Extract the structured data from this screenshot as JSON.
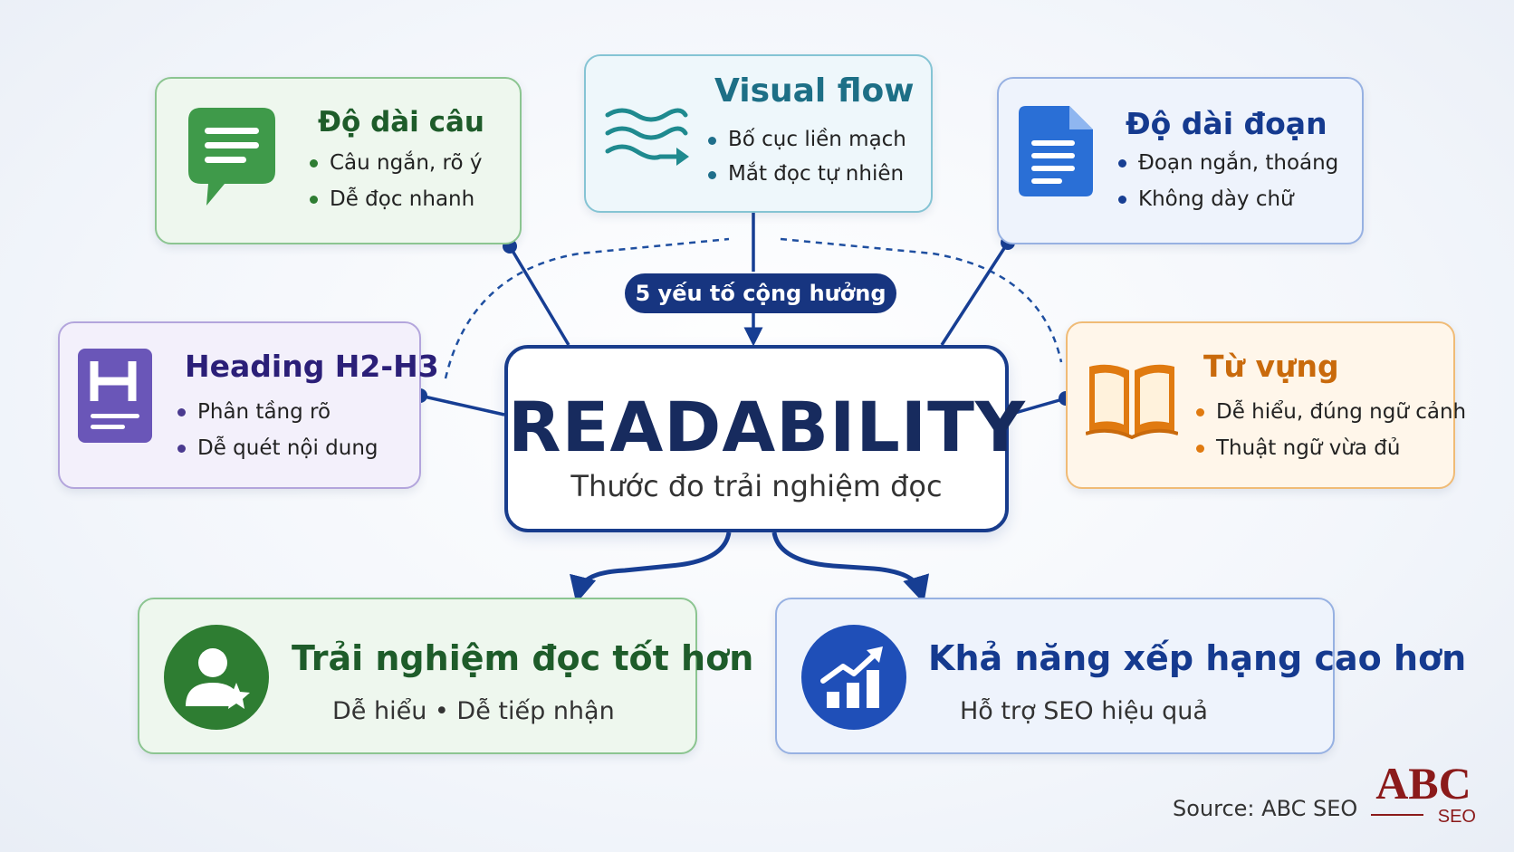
{
  "center": {
    "title": "READABILITY",
    "subtitle": "Thước đo trải nghiệm đọc"
  },
  "badge": "5 yếu tố cộng hưởng",
  "factors": {
    "sentence_length": {
      "title": "Độ dài câu",
      "points": [
        "Câu ngắn, rõ ý",
        "Dễ đọc nhanh"
      ],
      "color": "#2e7d32",
      "icon": "chat-bubble-icon"
    },
    "visual_flow": {
      "title": "Visual flow",
      "points": [
        "Bố cục liền mạch",
        "Mắt đọc tự nhiên"
      ],
      "color": "#1f7f8f",
      "icon": "wave-arrow-icon"
    },
    "paragraph_length": {
      "title": "Độ dài đoạn",
      "points": [
        "Đoạn ngắn, thoáng",
        "Không dày chữ"
      ],
      "color": "#1f5fc4",
      "icon": "document-icon"
    },
    "heading": {
      "title": "Heading H2-H3",
      "points": [
        "Phân tầng rõ",
        "Dễ quét nội dung"
      ],
      "color": "#6a56b8",
      "icon": "heading-icon"
    },
    "vocabulary": {
      "title": "Từ vựng",
      "points": [
        "Dễ hiểu, đúng ngữ cảnh",
        "Thuật ngữ vừa đủ"
      ],
      "color": "#e07a10",
      "icon": "open-book-icon"
    }
  },
  "outcomes": {
    "experience": {
      "title": "Trải nghiệm đọc tốt hơn",
      "subtitle": "Dễ hiểu • Dễ tiếp nhận",
      "color": "#2e7d32",
      "icon": "user-star-icon"
    },
    "ranking": {
      "title": "Khả năng xếp hạng cao hơn",
      "subtitle": "Hỗ trợ SEO hiệu quả",
      "color": "#1f4fb8",
      "icon": "growth-chart-icon"
    }
  },
  "footer": {
    "source": "Source: ABC SEO",
    "logo_main": "ABC",
    "logo_sub": "SEO"
  }
}
